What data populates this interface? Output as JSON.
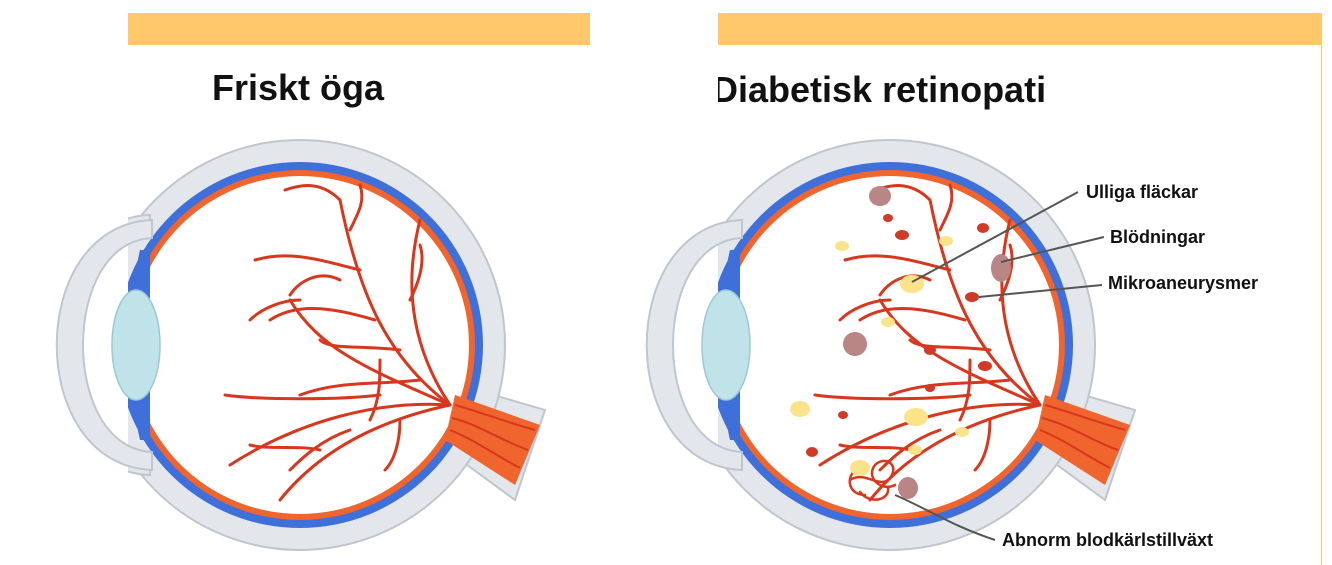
{
  "panels": {
    "left": {
      "title": "Friskt öga"
    },
    "right": {
      "title": "Diabetisk retinopati"
    }
  },
  "callouts": {
    "cotton_wool_spots": "Ulliga fläckar",
    "hemorrhages": "Blödningar",
    "microaneurysms": "Mikroaneurysmer",
    "neovascularization": "Abnorm blodkärlstillväxt"
  },
  "colors": {
    "banner": "#FFC86B",
    "sclera_outer": "#E3E7EC",
    "sclera_stroke": "#BFC6CE",
    "choroid_blue": "#3F6FD9",
    "retina_orange": "#F0642D",
    "vessel_red": "#D9361E",
    "lens_blue": "#BFE3E8",
    "exudate_yellow": "#FBE38A",
    "hemorrhage_mauve": "#B98585",
    "microaneurysm_red": "#D23A28"
  }
}
